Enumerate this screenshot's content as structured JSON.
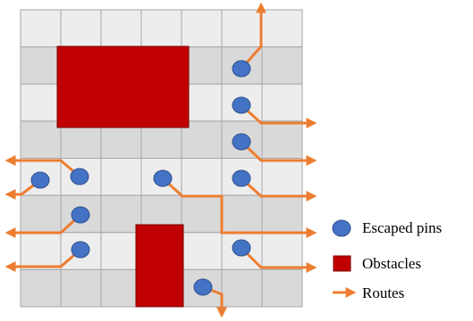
{
  "diagram": {
    "grid": {
      "rows": 8,
      "cols": 7,
      "shading": [
        [
          0,
          0,
          0,
          0,
          0,
          0,
          0
        ],
        [
          1,
          1,
          1,
          1,
          1,
          1,
          1
        ],
        [
          0,
          0,
          0,
          0,
          0,
          0,
          0
        ],
        [
          1,
          1,
          1,
          1,
          1,
          1,
          1
        ],
        [
          0,
          0,
          0,
          0,
          0,
          0,
          0
        ],
        [
          1,
          1,
          1,
          1,
          1,
          1,
          1
        ],
        [
          0,
          0,
          0,
          0,
          0,
          0,
          0
        ],
        [
          1,
          1,
          1,
          1,
          1,
          1,
          1
        ]
      ]
    },
    "colors": {
      "cell_light": "#ededed",
      "cell_dark": "#d9d9d9",
      "grid_line": "#a6a6a6",
      "obstacle": "#c00000",
      "obstacle_border": "#7f0000",
      "pin": "#4472c4",
      "pin_border": "#2f528f",
      "route": "#ed7d31"
    },
    "legend": {
      "escaped_pins": "Escaped pins",
      "obstacles": "Obstacles",
      "routes": "Routes"
    }
  }
}
